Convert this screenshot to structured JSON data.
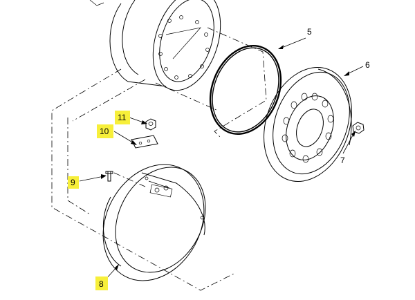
{
  "callouts": [
    {
      "id": "c5",
      "label": "5",
      "highlighted": false
    },
    {
      "id": "c6",
      "label": "6",
      "highlighted": false
    },
    {
      "id": "c7",
      "label": "7",
      "highlighted": false
    },
    {
      "id": "c8",
      "label": "8",
      "highlighted": true
    },
    {
      "id": "c9",
      "label": "9",
      "highlighted": true
    },
    {
      "id": "c10",
      "label": "10",
      "highlighted": true
    },
    {
      "id": "c11",
      "label": "11",
      "highlighted": true
    }
  ],
  "highlight_color": "#f7ef3a"
}
